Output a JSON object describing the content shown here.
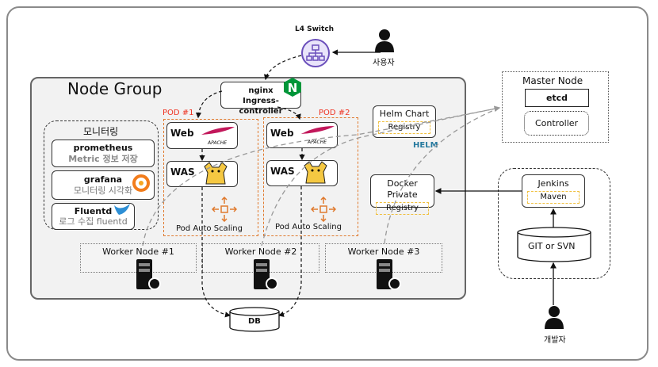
{
  "l4_switch": {
    "label": "L4 Switch"
  },
  "user": {
    "label": "사용자"
  },
  "developer": {
    "label": "개발자"
  },
  "node_group": {
    "title": "Node Group"
  },
  "nginx": {
    "line1": "nginx",
    "line2": "Ingress-controller"
  },
  "monitoring": {
    "title": "모니터링",
    "items": [
      {
        "name": "prometheus",
        "desc": "Metric 정보 저장"
      },
      {
        "name": "grafana",
        "desc": "모니터링 시각화"
      },
      {
        "name": "Fluentd",
        "desc": "로그 수집 fluentd"
      }
    ]
  },
  "pods": [
    {
      "label": "POD #1",
      "web": "Web",
      "was": "WAS",
      "web_logo": "APACHE",
      "scaling": "Pod Auto Scaling"
    },
    {
      "label": "POD #2",
      "web": "Web",
      "was": "WAS",
      "web_logo": "APACHE",
      "scaling": "Pod Auto Scaling"
    }
  ],
  "helm": {
    "line1": "Helm Chart",
    "line2": "Registry",
    "logo": "HELM"
  },
  "docker": {
    "line1": "Docker Private",
    "line2": "Registry"
  },
  "workers": [
    "Worker Node #1",
    "Worker Node #2",
    "Worker Node #3"
  ],
  "db": {
    "label": "DB"
  },
  "master": {
    "title": "Master Node",
    "etcd": "etcd",
    "controller": "Controller"
  },
  "ci": {
    "line1": "Jenkins",
    "line2": "Maven",
    "scm": "GIT or SVN"
  },
  "colors": {
    "pod_border": "#e07a2e",
    "pod_label": "#ee3322",
    "nginx": "#009639",
    "helm": "#277a9f",
    "switch": "#6b4fbb"
  }
}
